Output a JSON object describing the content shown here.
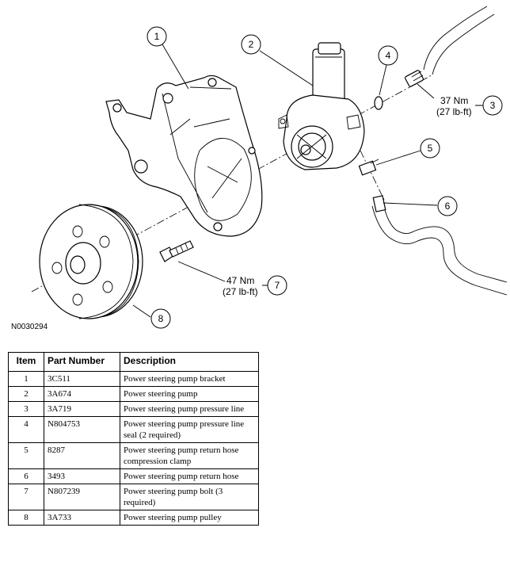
{
  "diagram": {
    "figure_id": "N0030294",
    "callouts": [
      {
        "num": "1"
      },
      {
        "num": "2"
      },
      {
        "num": "3",
        "torque": "37 Nm",
        "torque_imperial": "(27 lb-ft)"
      },
      {
        "num": "4"
      },
      {
        "num": "5"
      },
      {
        "num": "6"
      },
      {
        "num": "7",
        "torque": "47 Nm",
        "torque_imperial": "(27 lb-ft)"
      },
      {
        "num": "8"
      }
    ]
  },
  "table": {
    "headers": {
      "item": "Item",
      "part_number": "Part Number",
      "description": "Description"
    },
    "rows": [
      {
        "item": "1",
        "part_number": "3C511",
        "description": "Power steering pump bracket"
      },
      {
        "item": "2",
        "part_number": "3A674",
        "description": "Power steering pump"
      },
      {
        "item": "3",
        "part_number": "3A719",
        "description": "Power steering pump pressure line"
      },
      {
        "item": "4",
        "part_number": "N804753",
        "description": "Power steering pump pressure line seal (2 required)"
      },
      {
        "item": "5",
        "part_number": "8287",
        "description": "Power steering pump return hose compression clamp"
      },
      {
        "item": "6",
        "part_number": "3493",
        "description": "Power steering pump return hose"
      },
      {
        "item": "7",
        "part_number": "N807239",
        "description": "Power steering pump bolt (3 required)"
      },
      {
        "item": "8",
        "part_number": "3A733",
        "description": "Power steering pump pulley"
      }
    ]
  }
}
